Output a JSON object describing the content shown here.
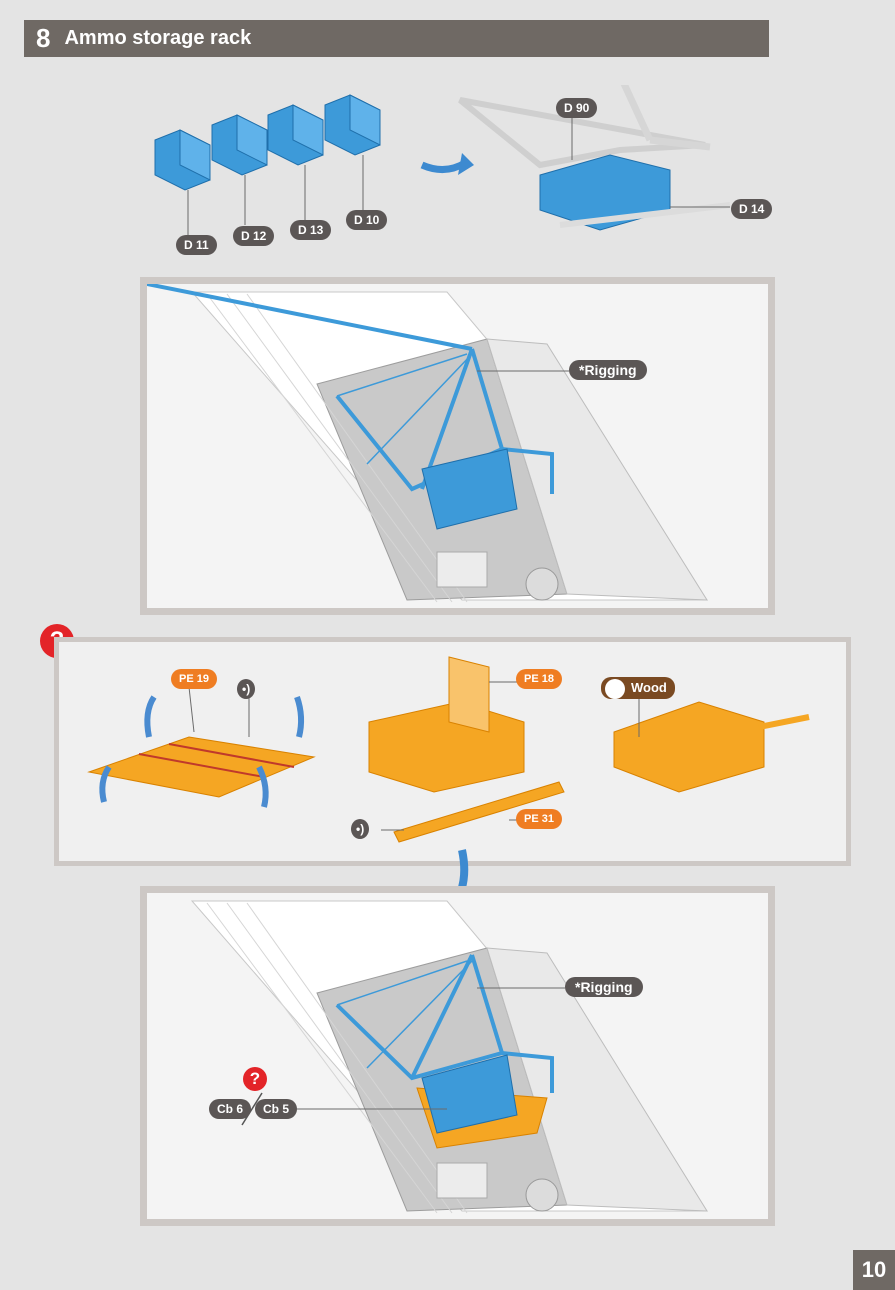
{
  "header": {
    "step_number": "8",
    "title": "Ammo storage rack"
  },
  "parts": {
    "d11": "D 11",
    "d12": "D 12",
    "d13": "D 13",
    "d10": "D 10",
    "d90": "D 90",
    "d14": "D 14",
    "rigging_1": "*Rigging",
    "rigging_2": "*Rigging",
    "pe19": "PE 19",
    "pe18": "PE 18",
    "pe31": "PE 31",
    "wood": "Wood",
    "cb6": "Cb 6",
    "cb5": "Cb 5"
  },
  "icons": {
    "question": "?",
    "fold_symbol": "•)"
  },
  "colors": {
    "header_bg": "#6f6964",
    "part_blue": "#3d9ad9",
    "pe_orange": "#f5a623",
    "question_red": "#e32428"
  },
  "page_number": "10"
}
